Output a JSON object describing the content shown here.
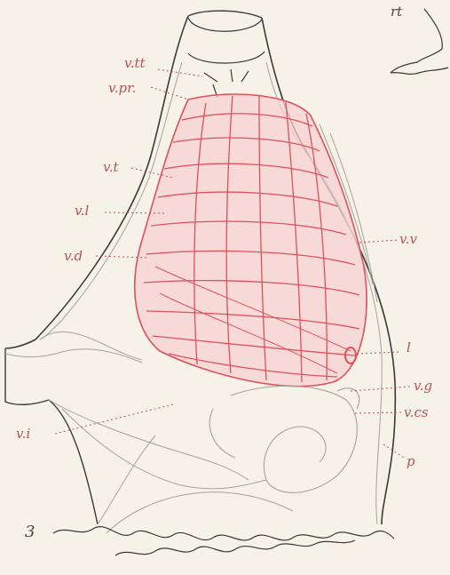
{
  "figure": {
    "number": "3",
    "colors": {
      "paper": "#f6f2e8",
      "ink": "#3a3a3a",
      "pale_ink": "#a5a29a",
      "red_fibres": "#e0505a",
      "red_fill": "#f7d2d2",
      "label_red": "#b8525a"
    },
    "labels": {
      "rt": "rt",
      "vtt": "v.tt",
      "vpr": "v.pr.",
      "vt": "v.t",
      "vl": "v.l",
      "vd": "v.d",
      "vv": "v.v",
      "l": "l",
      "vg": "v.g",
      "vcs": "v.cs",
      "vi": "v.i",
      "p": "p"
    }
  }
}
